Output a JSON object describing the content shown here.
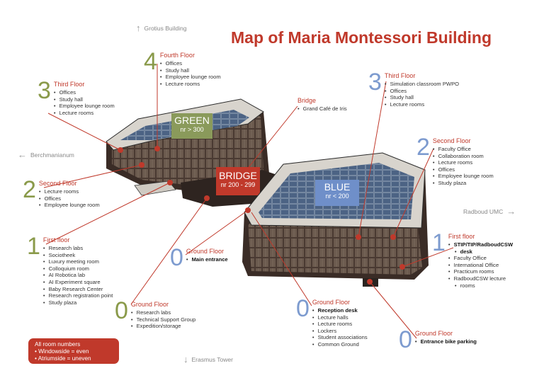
{
  "title": "Map of Maria Montessori Building",
  "directions": {
    "north": "Grotius Building",
    "west": "Berchmanianum",
    "east": "Radboud UMC",
    "south": "Erasmus Tower"
  },
  "wings": {
    "green": {
      "name": "GREEN",
      "range": "nr > 300",
      "color": "#8a9a5b"
    },
    "bridge": {
      "name": "BRIDGE",
      "range": "nr 200 - 299",
      "color": "#c0392b"
    },
    "blue": {
      "name": "BLUE",
      "range": "nr < 200",
      "color": "#6f8fc9"
    }
  },
  "callouts": {
    "green_4": {
      "number": "4",
      "heading": "Fourth Floor",
      "items": [
        "Offices",
        "Study hall",
        "Employee lounge room",
        "Lecture rooms"
      ]
    },
    "green_3": {
      "number": "3",
      "heading": "Third Floor",
      "items": [
        "Offices",
        "Study hall",
        "Employee lounge room",
        "Lecture rooms"
      ]
    },
    "green_2": {
      "number": "2",
      "heading": "Second Floor",
      "items": [
        "Lecture rooms",
        "Offices",
        "Employee lounge room"
      ]
    },
    "green_1": {
      "number": "1",
      "heading": "First floor",
      "items": [
        "Research labs",
        "Sociotheek",
        "Luxury meeting room",
        "Colloquium room",
        "AI Robotica lab",
        "AI Experiment square",
        "Baby Research Center",
        "Research registration point",
        "Study plaza"
      ]
    },
    "green_0": {
      "number": "0",
      "heading": "Ground Floor",
      "items": [
        "Research labs",
        "Technical Support Group",
        "Expedition/storage"
      ]
    },
    "bridge_1": {
      "heading": "Bridge",
      "items": [
        "Grand Café de Iris"
      ]
    },
    "bridge_0": {
      "number": "0",
      "heading": "Ground Floor",
      "items": [
        "Main entrance"
      ]
    },
    "blue_3": {
      "number": "3",
      "heading": "Third Floor",
      "items": [
        "Simulation classroom PWPO",
        "Offices",
        "Study hall",
        "Lecture rooms"
      ]
    },
    "blue_2": {
      "number": "2",
      "heading": "Second Floor",
      "items": [
        "Faculty Office",
        "Collaboration room",
        "Lecture rooms",
        "Offices",
        "Employee lounge room",
        "Study plaza"
      ]
    },
    "blue_1": {
      "number": "1",
      "heading": "First floor",
      "items": [
        "STIP/TIP/RadboudCSW",
        "desk",
        "Faculty Office",
        "International Office",
        "Practicum rooms",
        "RadboudCSW lecture",
        "rooms"
      ]
    },
    "blue_0a": {
      "number": "0",
      "heading": "Ground Floor",
      "items": [
        "Reception desk",
        "Lecture halls",
        "Lecture rooms",
        "Lockers",
        "Student associations",
        "Common Ground"
      ]
    },
    "blue_0b": {
      "number": "0",
      "heading": "Ground Floor",
      "items": [
        "Entrance bike parking"
      ]
    }
  },
  "legend": {
    "line1": "All room numbers",
    "line2": "Windowside = even",
    "line3": "Atriumside = uneven",
    "color": "#c0392b"
  }
}
